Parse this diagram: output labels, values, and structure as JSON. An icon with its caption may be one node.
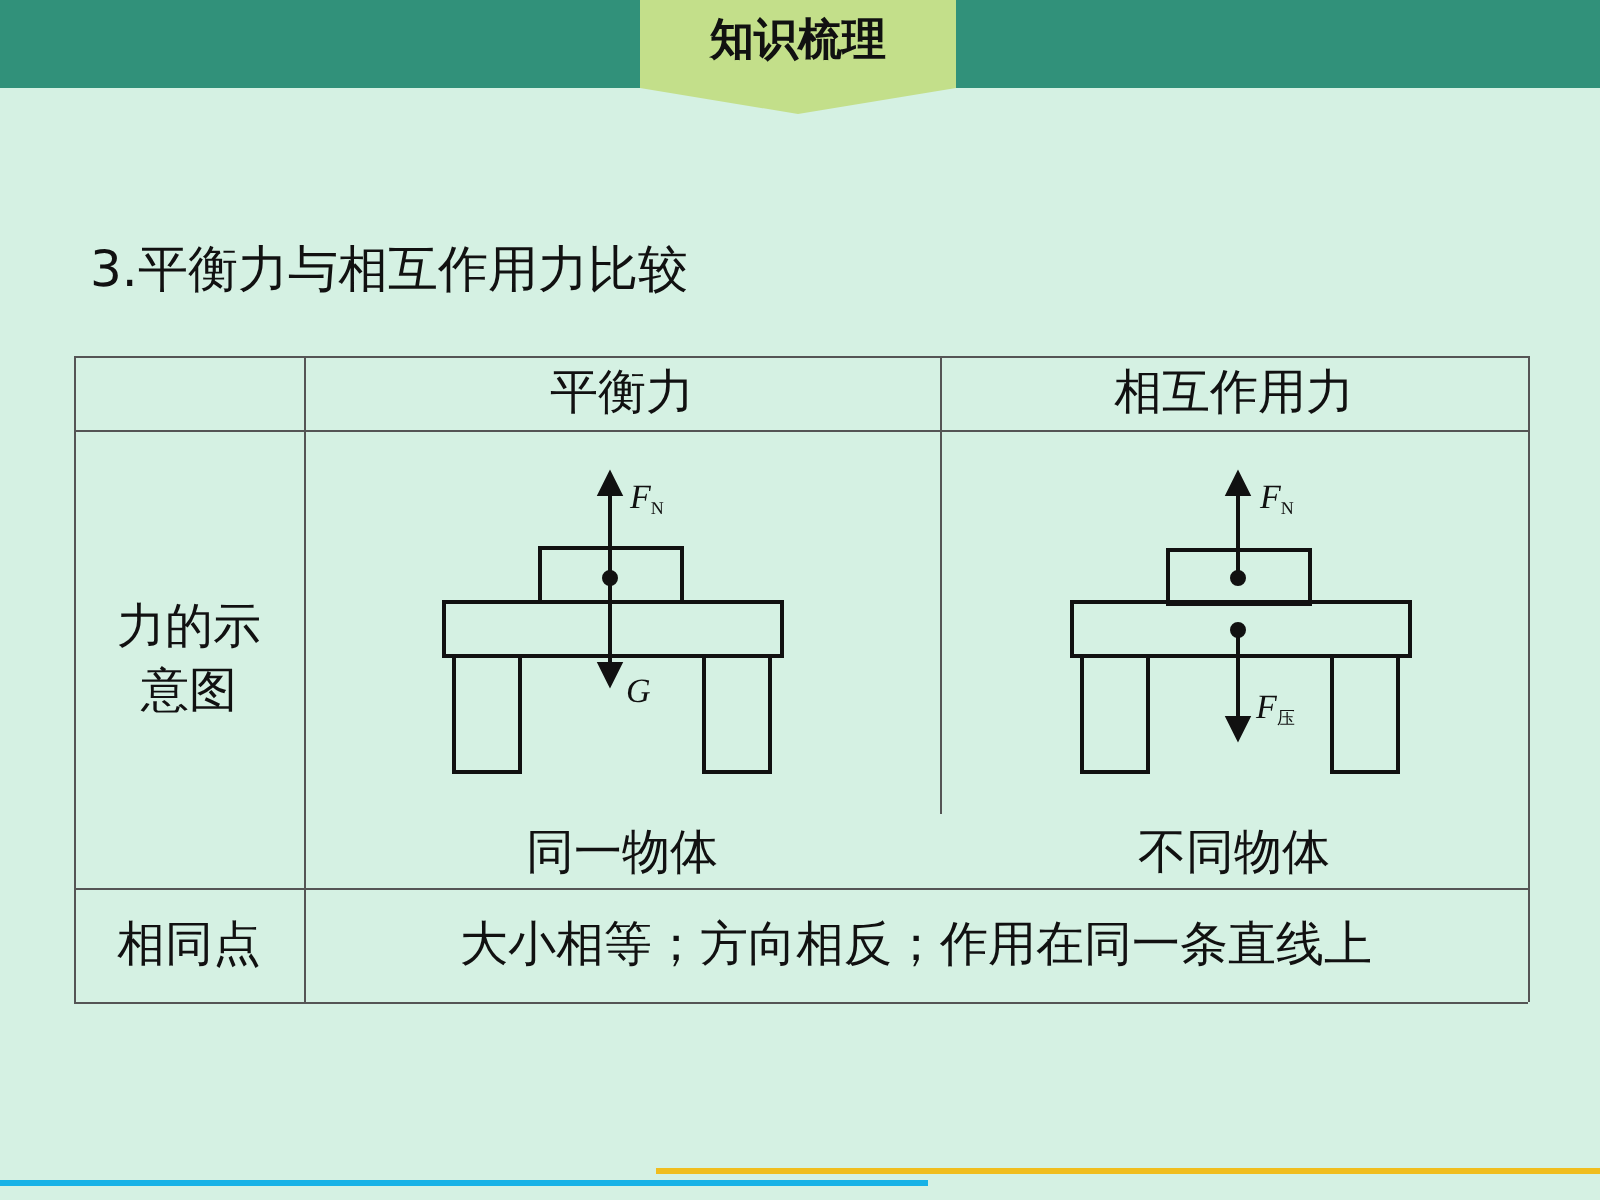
{
  "diagram": {
    "title": "3.平衡力与相互作用力比较",
    "labels": [
      "知识梳理",
      "平衡力",
      "相互作用力",
      "力的示意图",
      "*F*$_{N}$",
      "*G*",
      "同一物体",
      "*F*$_{N}$",
      "*F*$_{压}$",
      "不同物体",
      "相同点",
      "大小相等；方向相反；作用在同一条直线上"
    ]
  }
}
